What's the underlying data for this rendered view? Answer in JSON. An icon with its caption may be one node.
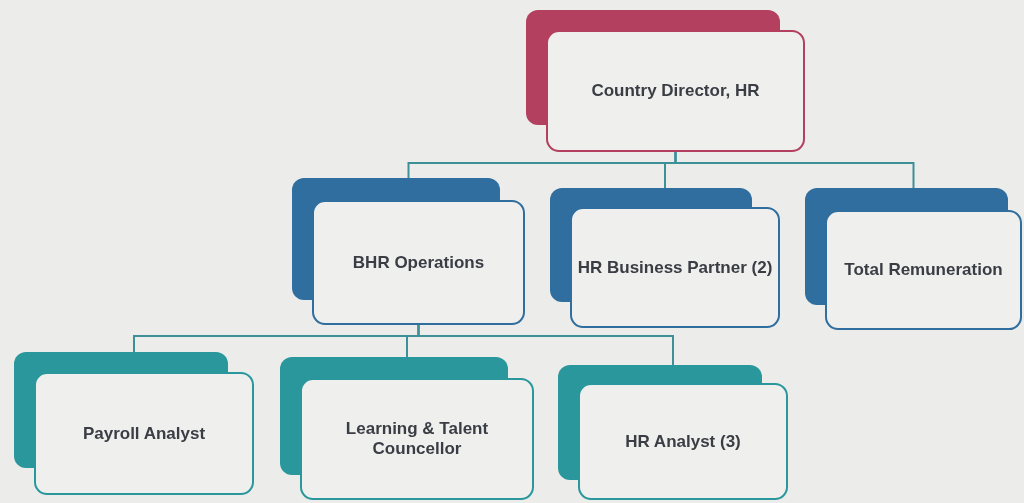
{
  "diagram": {
    "nodes": [
      {
        "text": [
          "Country Director, HR"
        ]
      },
      {
        "text": [
          "BHR Operations"
        ]
      },
      {
        "text": [
          "HR Business Partner (2)"
        ]
      },
      {
        "text": [
          "Total Remuneration"
        ]
      },
      {
        "text": [
          "Payroll Analyst"
        ]
      },
      {
        "text": [
          "Learning & Talent Councellor"
        ]
      },
      {
        "text": [
          "HR Analyst (3)"
        ]
      }
    ],
    "edges": [
      {
        "from": 0,
        "to": 1,
        "arrow": "none"
      },
      {
        "from": 0,
        "to": 2,
        "arrow": "none"
      },
      {
        "from": 0,
        "to": 3,
        "arrow": "none"
      },
      {
        "from": 1,
        "to": 4,
        "arrow": "none"
      },
      {
        "from": 1,
        "to": 5,
        "arrow": "none"
      },
      {
        "from": 1,
        "to": 6,
        "arrow": "none"
      }
    ]
  }
}
